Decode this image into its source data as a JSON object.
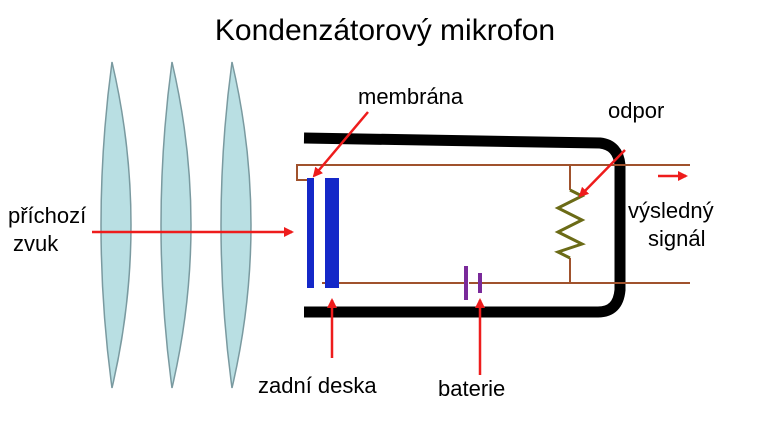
{
  "title": "Kondenzátorový mikrofon",
  "labels": {
    "incoming_line1": "příchozí",
    "incoming_line2": "zvuk",
    "membrane": "membrána",
    "resistor": "odpor",
    "output_line1": "výsledný",
    "output_line2": "signál",
    "backplate": "zadní deska",
    "battery": "baterie"
  },
  "colors": {
    "sound_wave_fill": "#b9dfe3",
    "sound_wave_stroke": "#7a9aa0",
    "arrow": "#ee1c1c",
    "casing": "#000000",
    "wire": "#a0522d",
    "membrane_plate": "#1428c8",
    "resistor": "#6b6b16",
    "battery": "#7a2a9a"
  }
}
